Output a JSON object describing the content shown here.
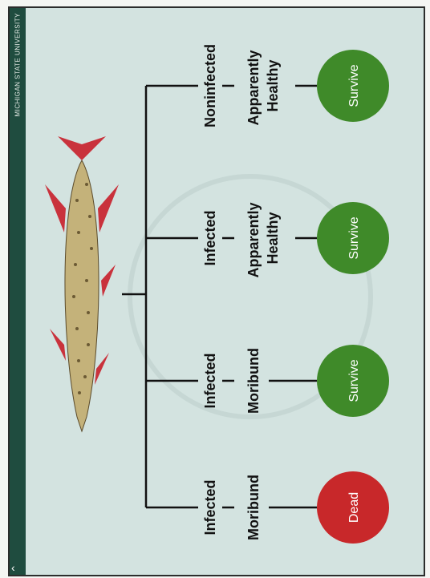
{
  "header": {
    "university": "MICHIGAN STATE UNIVERSITY"
  },
  "branches": [
    {
      "status": "Infected",
      "condition": "Moribund",
      "outcome": "Dead",
      "outcome_color": "#c8282a"
    },
    {
      "status": "Infected",
      "condition": "Moribund",
      "outcome": "Survive",
      "outcome_color": "#3f8a29"
    },
    {
      "status": "Infected",
      "condition": "Apparently Healthy",
      "outcome": "Survive",
      "outcome_color": "#3f8a29"
    },
    {
      "status": "Noninfected",
      "condition": "Apparently Healthy",
      "outcome": "Survive",
      "outcome_color": "#3f8a29"
    }
  ],
  "colors": {
    "background": "#d3e3e0",
    "bar": "#1f4c3f",
    "line": "#111111",
    "fish_body": "#c4b27a",
    "fish_fin": "#c9323c"
  },
  "icons": {
    "corner": "chevron-icon",
    "fish": "fish-illustration"
  }
}
